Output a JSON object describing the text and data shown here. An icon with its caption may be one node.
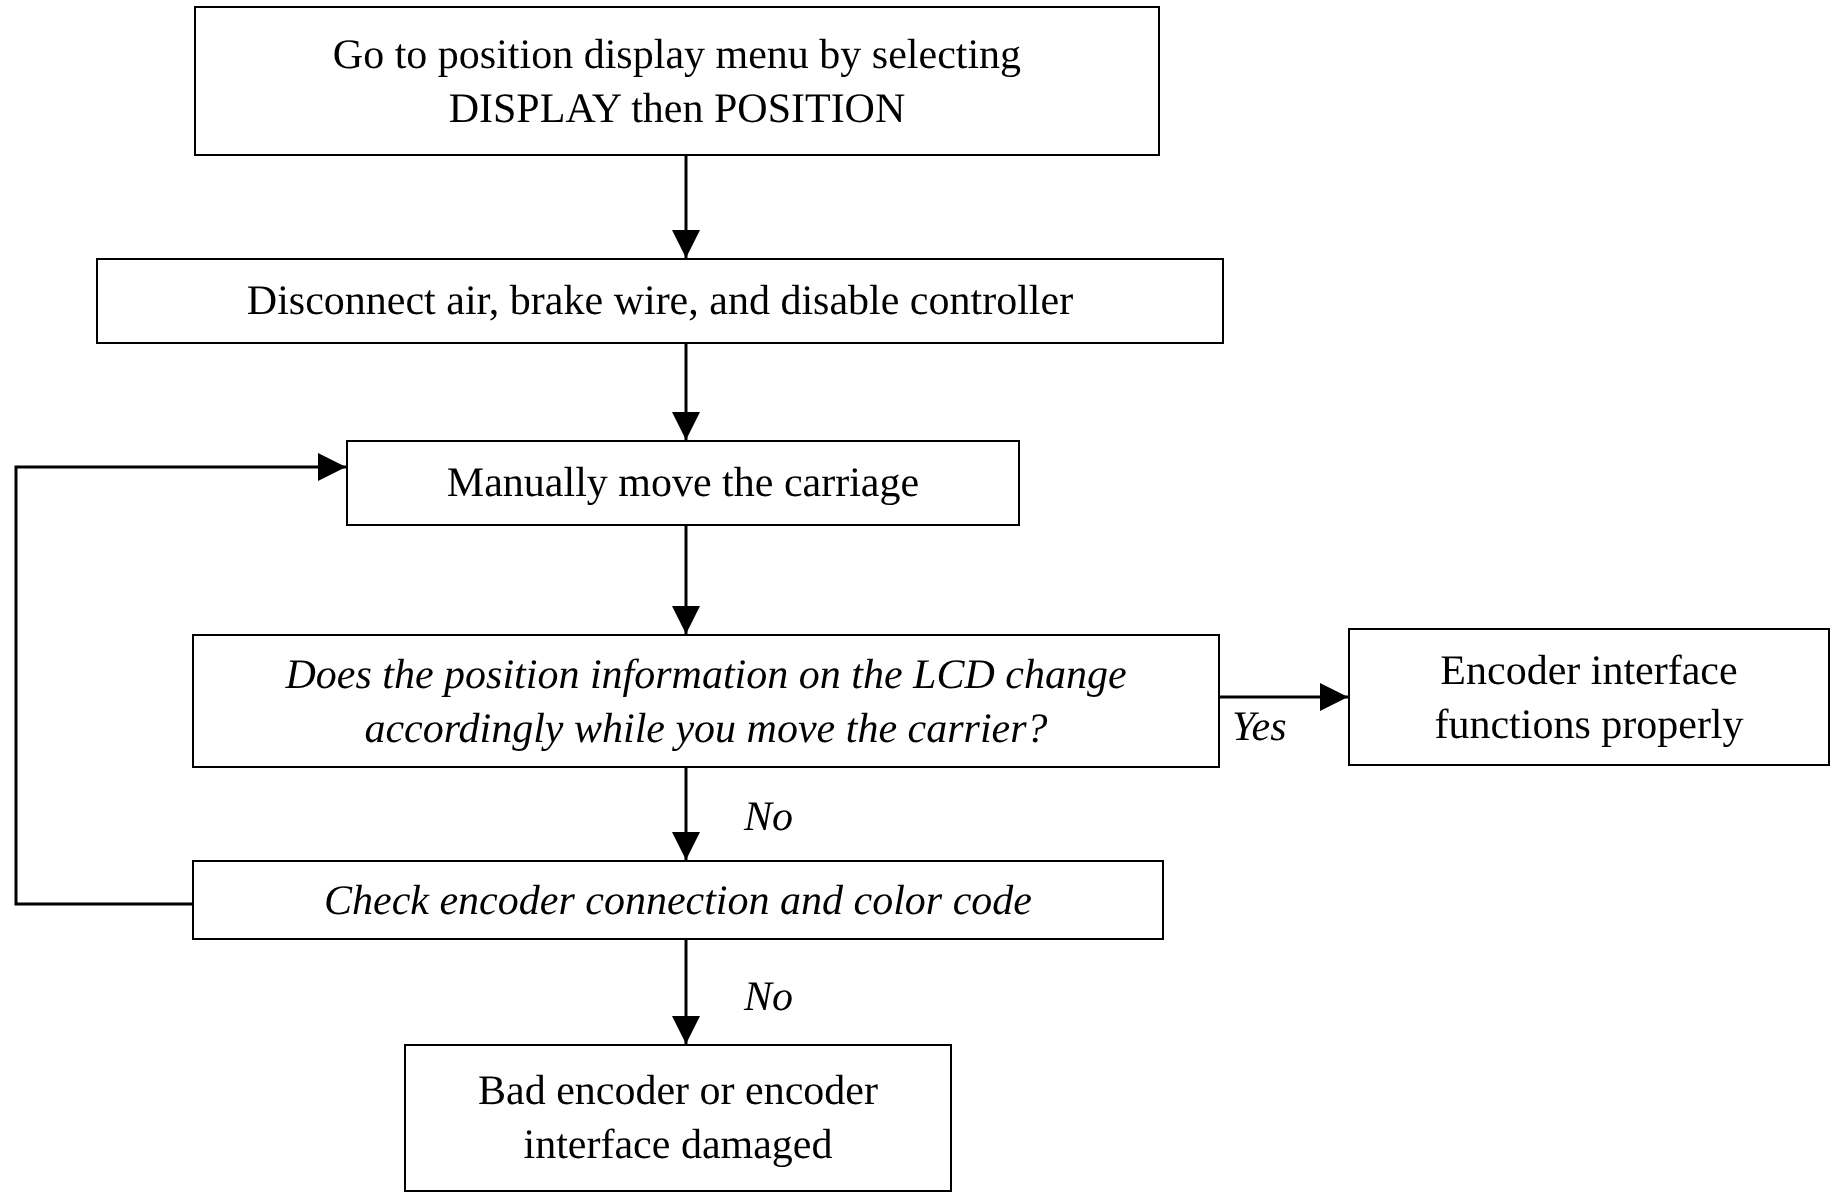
{
  "diagram": {
    "nodes": [
      {
        "text": [
          "Go to position display menu by selecting DISPLAY then POSITION"
        ]
      },
      {
        "text": [
          "Disconnect air, brake wire, and disable controller"
        ]
      },
      {
        "text": [
          "Manually move the carriage"
        ]
      },
      {
        "text": [
          "Does the position information on the LCD change accordingly while you move the carrier?"
        ]
      },
      {
        "text": [
          "Encoder interface functions properly"
        ]
      },
      {
        "text": [
          "Check encoder connection and color code"
        ]
      },
      {
        "text": [
          "Bad encoder or encoder interface damaged"
        ]
      }
    ],
    "edges": [
      {
        "from": 0,
        "to": 1,
        "arrow": "to"
      },
      {
        "from": 1,
        "to": 2,
        "arrow": "to"
      },
      {
        "from": 2,
        "to": 3,
        "arrow": "to"
      },
      {
        "from": 3,
        "to": 4,
        "arrow": "to",
        "label": "Yes"
      },
      {
        "from": 3,
        "to": 5,
        "arrow": "to",
        "label": "No"
      },
      {
        "from": 5,
        "to": 2,
        "arrow": "to"
      },
      {
        "from": 5,
        "to": 6,
        "arrow": "to",
        "label": "No"
      }
    ]
  }
}
